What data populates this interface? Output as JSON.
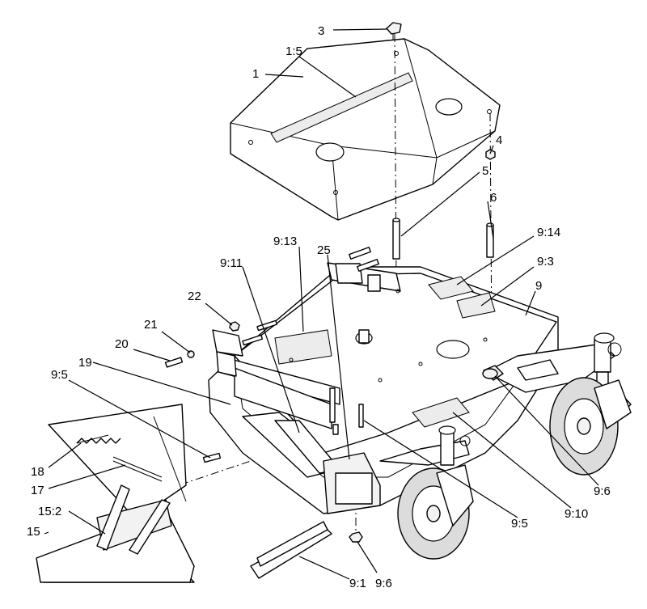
{
  "callouts": [
    {
      "id": "c-3",
      "text": "3"
    },
    {
      "id": "c-1-5",
      "text": "1:5"
    },
    {
      "id": "c-1",
      "text": "1"
    },
    {
      "id": "c-4",
      "text": "4"
    },
    {
      "id": "c-5",
      "text": "5"
    },
    {
      "id": "c-6",
      "text": "6"
    },
    {
      "id": "c-9-14",
      "text": "9:14"
    },
    {
      "id": "c-9-13",
      "text": "9:13"
    },
    {
      "id": "c-25",
      "text": "25"
    },
    {
      "id": "c-9-11",
      "text": "9:11"
    },
    {
      "id": "c-9-3",
      "text": "9:3"
    },
    {
      "id": "c-9",
      "text": "9"
    },
    {
      "id": "c-22",
      "text": "22"
    },
    {
      "id": "c-21",
      "text": "21"
    },
    {
      "id": "c-20",
      "text": "20"
    },
    {
      "id": "c-19",
      "text": "19"
    },
    {
      "id": "c-9-5a",
      "text": "9:5"
    },
    {
      "id": "c-18",
      "text": "18"
    },
    {
      "id": "c-17",
      "text": "17"
    },
    {
      "id": "c-15-2",
      "text": "15:2"
    },
    {
      "id": "c-15",
      "text": "15"
    },
    {
      "id": "c-9-6a",
      "text": "9:6"
    },
    {
      "id": "c-9-10",
      "text": "9:10"
    },
    {
      "id": "c-9-5b",
      "text": "9:5"
    },
    {
      "id": "c-9-1",
      "text": "9:1"
    },
    {
      "id": "c-9-6b",
      "text": "9:6"
    }
  ]
}
